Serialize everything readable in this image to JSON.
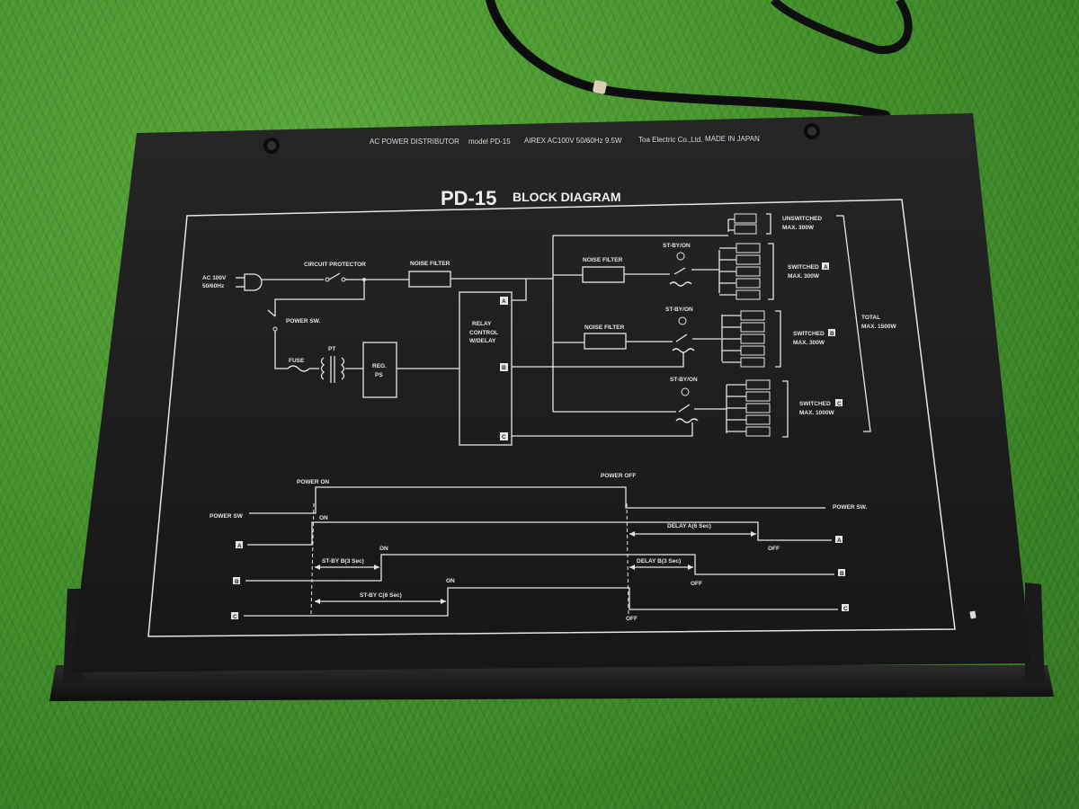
{
  "header": {
    "product": "AC POWER DISTRIBUTOR",
    "model": "model PD-15",
    "rating": "AIREX AC100V 50/60Hz 9.5W",
    "maker": "Toa Electric Co.,Ltd.",
    "origin": "MADE IN JAPAN"
  },
  "title": {
    "model": "PD-15",
    "subtitle": "BLOCK DIAGRAM"
  },
  "block": {
    "ac_in_1": "AC 100V",
    "ac_in_2": "50/60Hz",
    "circuit_protector": "CIRCUIT PROTECTOR",
    "noise_filter": "NOISE FILTER",
    "noise_filter_a": "NOISE FILTER",
    "noise_filter_b": "NOISE FILTER",
    "power_sw": "POWER SW.",
    "fuse": "FUSE",
    "pt": "PT",
    "reg_ps_1": "REG.",
    "reg_ps_2": "PS",
    "relay_1": "RELAY",
    "relay_2": "CONTROL",
    "relay_3": "W/DELAY",
    "standby_a": "ST-BY/ON",
    "standby_b": "ST-BY/ON",
    "standby_c": "ST-BY/ON",
    "unswitched": "UNSWITCHED",
    "unswitched_max": "MAX. 300W",
    "switched_a": "SWITCHED",
    "switched_a_max": "MAX. 300W",
    "switched_b": "SWITCHED",
    "switched_b_max": "MAX. 300W",
    "switched_c": "SWITCHED",
    "switched_c_max": "MAX. 1000W",
    "total": "TOTAL",
    "total_max": "MAX. 1500W",
    "port_a": "A",
    "port_b": "B",
    "port_c": "C"
  },
  "timing": {
    "power_on": "POWER ON",
    "power_off": "POWER OFF",
    "power_sw_left": "POWER SW",
    "power_sw_right": "POWER SW.",
    "on": "ON",
    "on_a": "ON",
    "on_b": "ON",
    "off": "OFF",
    "off_a": "OFF",
    "off_b": "OFF",
    "standby_b": "ST-BY B(3 Sec)",
    "standby_c": "ST-BY C(6 Sec)",
    "delay_a": "DELAY A(6 Sec)",
    "delay_b": "DELAY B(3 Sec)",
    "ch_a": "A",
    "ch_b": "B",
    "ch_c": "C"
  },
  "colors": {
    "panel": "#1d1d1d",
    "ink": "#e6e6e6",
    "grass": "#3f8c28"
  }
}
